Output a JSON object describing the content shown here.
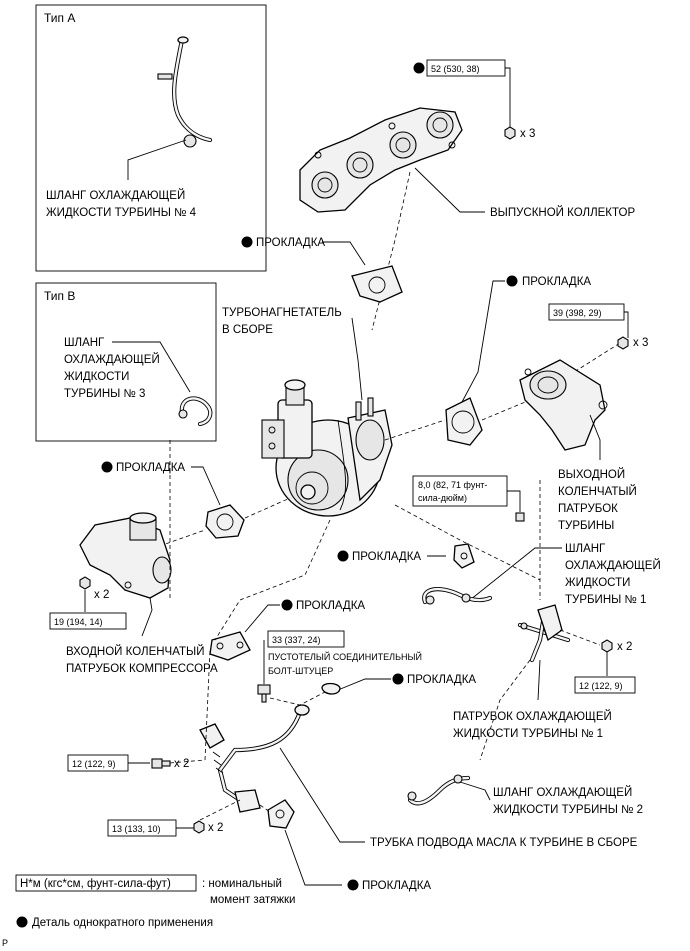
{
  "type_a": {
    "title": "Тип A",
    "hose_line1": "ШЛАНГ ОХЛАЖДАЮЩЕЙ",
    "hose_line2": "ЖИДКОСТИ ТУРБИНЫ № 4"
  },
  "type_b": {
    "title": "Тип B",
    "hose_line1": "ШЛАНГ",
    "hose_line2": "ОХЛАЖДАЮЩЕЙ",
    "hose_line3": "ЖИДКОСТИ",
    "hose_line4": "ТУРБИНЫ № 3"
  },
  "torque": {
    "t52": "52 (530, 38)",
    "t39": "39 (398, 29)",
    "t8_line1": "8,0 (82, 71 фунт-",
    "t8_line2": "сила-дюйм)",
    "t19": "19 (194, 14)",
    "t33": "33 (337, 24)",
    "t12a": "12 (122, 9)",
    "t12b": "12 (122, 9)",
    "t13": "13 (133, 10)"
  },
  "qty": {
    "x3a": "x 3",
    "x3b": "x 3",
    "x2a": "x 2",
    "x2b": "x 2",
    "x2c": "x 2",
    "x2d": "x 2"
  },
  "labels": {
    "gasket": "ПРОКЛАДКА",
    "exhaust_manifold": "ВЫПУСКНОЙ КОЛЛЕКТОР",
    "turbo_line1": "ТУРБОНАГНЕТАТЕЛЬ",
    "turbo_line2": "В СБОРЕ",
    "outlet_elbow_line1": "ВЫХОДНОЙ",
    "outlet_elbow_line2": "КОЛЕНЧАТЫЙ",
    "outlet_elbow_line3": "ПАТРУБОК",
    "outlet_elbow_line4": "ТУРБИНЫ",
    "hose1_line1": "ШЛАНГ",
    "hose1_line2": "ОХЛАЖДАЮЩЕЙ",
    "hose1_line3": "ЖИДКОСТИ",
    "hose1_line4": "ТУРБИНЫ № 1",
    "inlet_elbow_line1": "ВХОДНОЙ КОЛЕНЧАТЫЙ",
    "inlet_elbow_line2": "ПАТРУБОК КОМПРЕССОРА",
    "union_bolt_line1": "ПУСТОТЕЛЫЙ СОЕДИНИТЕЛЬНЫЙ",
    "union_bolt_line2": "БОЛТ-ШТУЦЕР",
    "pipe1_line1": "ПАТРУБОК ОХЛАЖДАЮЩЕЙ",
    "pipe1_line2": "ЖИДКОСТИ ТУРБИНЫ № 1",
    "hose2_line1": "ШЛАНГ ОХЛАЖДАЮЩЕЙ",
    "hose2_line2": "ЖИДКОСТИ ТУРБИНЫ № 2",
    "oil_pipe": "ТРУБКА ПОДВОДА МАСЛА К ТУРБИНЕ В СБОРЕ"
  },
  "legend": {
    "torque_unit": "Н*м (кгс*см, фунт-сила-фут)",
    "torque_desc_line1": ": номинальный",
    "torque_desc_line2": "момент затяжки",
    "non_reusable": "Деталь однократного применения",
    "corner_mark": "P"
  }
}
